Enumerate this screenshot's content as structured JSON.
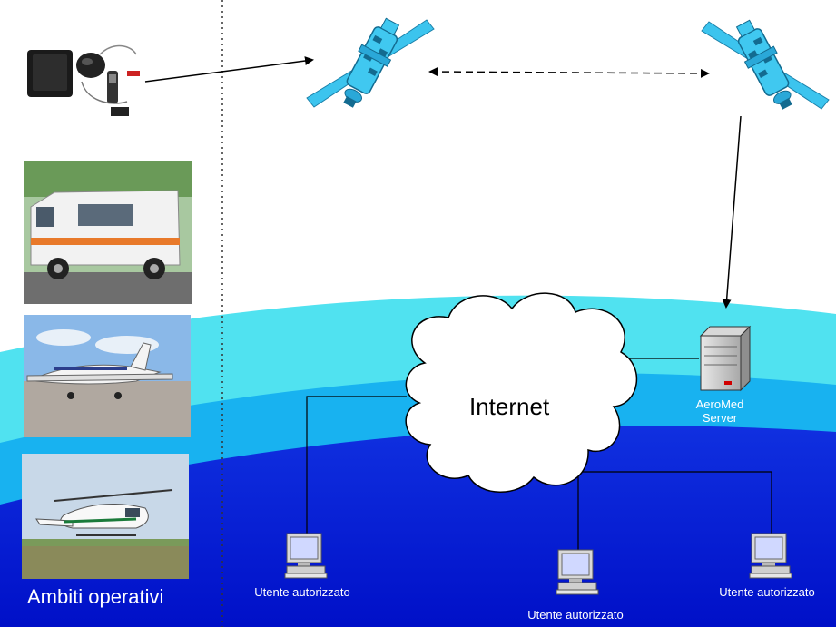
{
  "cloud_label": "Internet",
  "server": {
    "line1": "AeroMed",
    "line2": "Server"
  },
  "users": [
    {
      "label": "Utente autorizzato"
    },
    {
      "label": "Utente autorizzato"
    },
    {
      "label": "Utente autorizzato"
    }
  ],
  "left_caption": "Ambiti operativi",
  "photos": [
    {
      "icon": "satellite-phone-kit"
    },
    {
      "icon": "ambulance-photo"
    },
    {
      "icon": "airplane-photo"
    },
    {
      "icon": "helicopter-photo"
    }
  ],
  "colors": {
    "sky_light": "#4fe0ee",
    "sky_mid": "#19b4f0",
    "band_blue": "#0018d8",
    "satellite": "#3cc4ee"
  }
}
